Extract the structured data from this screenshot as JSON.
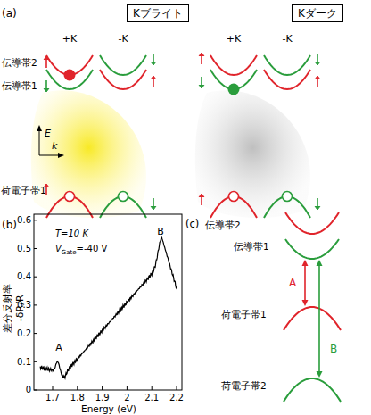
{
  "diagram": {
    "nodes": [
      {
        "text": [
          "Kブライト"
        ]
      },
      {
        "text": [
          "Kダーク"
        ]
      }
    ],
    "labels": [
      "(a)",
      "+K",
      "-K",
      "+K",
      "-K",
      "伝導帯2",
      "伝導帯1",
      "荷電子帯1",
      "E",
      "k",
      "(b)",
      "差分反射率",
      "-δR/R",
      "0",
      "0.1",
      "0.2",
      "0.3",
      "0.4",
      "0.5",
      "0.6",
      "1.7",
      "1.8",
      "1.9",
      "2",
      "2.1",
      "2.2",
      "Energy (eV)",
      "T=10 K",
      "V",
      "Gate",
      "=-40 V",
      "A",
      "B",
      "(c)",
      "伝導帯2",
      "伝導帯1",
      "A",
      "荷電子帯1",
      "B",
      "荷電子帯2"
    ]
  }
}
